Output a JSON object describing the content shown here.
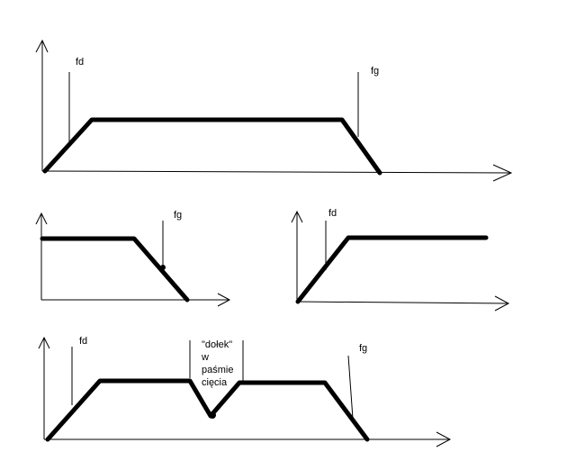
{
  "diagrams": {
    "top": {
      "label_fd": "fd",
      "label_fg": "fg"
    },
    "lowpass": {
      "label_fg": "fg"
    },
    "highpass": {
      "label_fd": "fd"
    },
    "notch": {
      "label_fd": "fd",
      "label_fg": "fg",
      "annotation": [
        "\"dołek\"",
        "w",
        "paśmie",
        "cięcia"
      ]
    }
  }
}
